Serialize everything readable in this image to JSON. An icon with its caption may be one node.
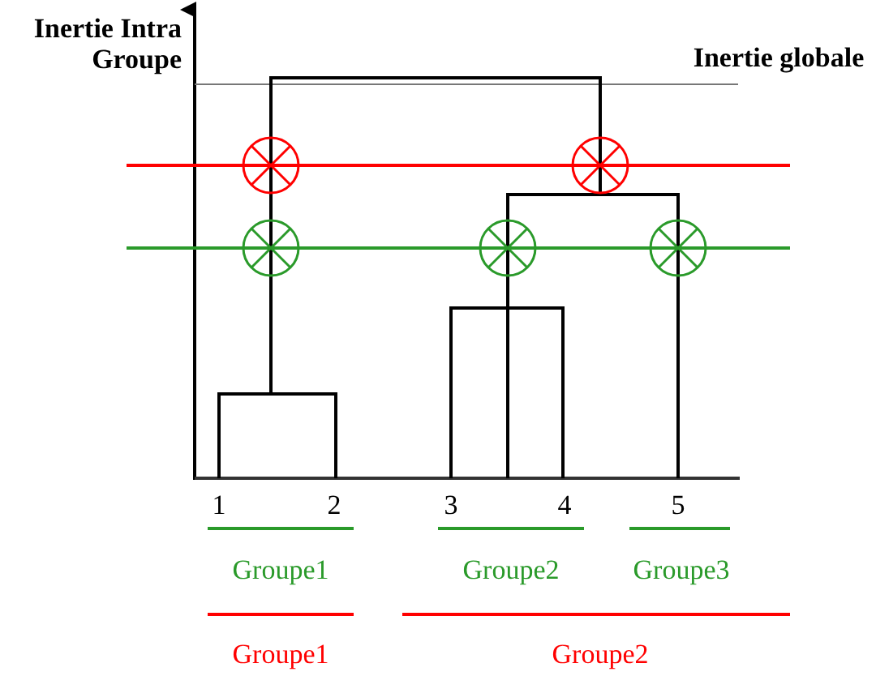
{
  "diagram": {
    "labels": [
      "Inertie Intra Groupe",
      "Inertie globale",
      "1",
      "2",
      "3",
      "4",
      "5",
      "Groupe1",
      "Groupe2",
      "Groupe3",
      "Groupe1",
      "Groupe2"
    ]
  }
}
